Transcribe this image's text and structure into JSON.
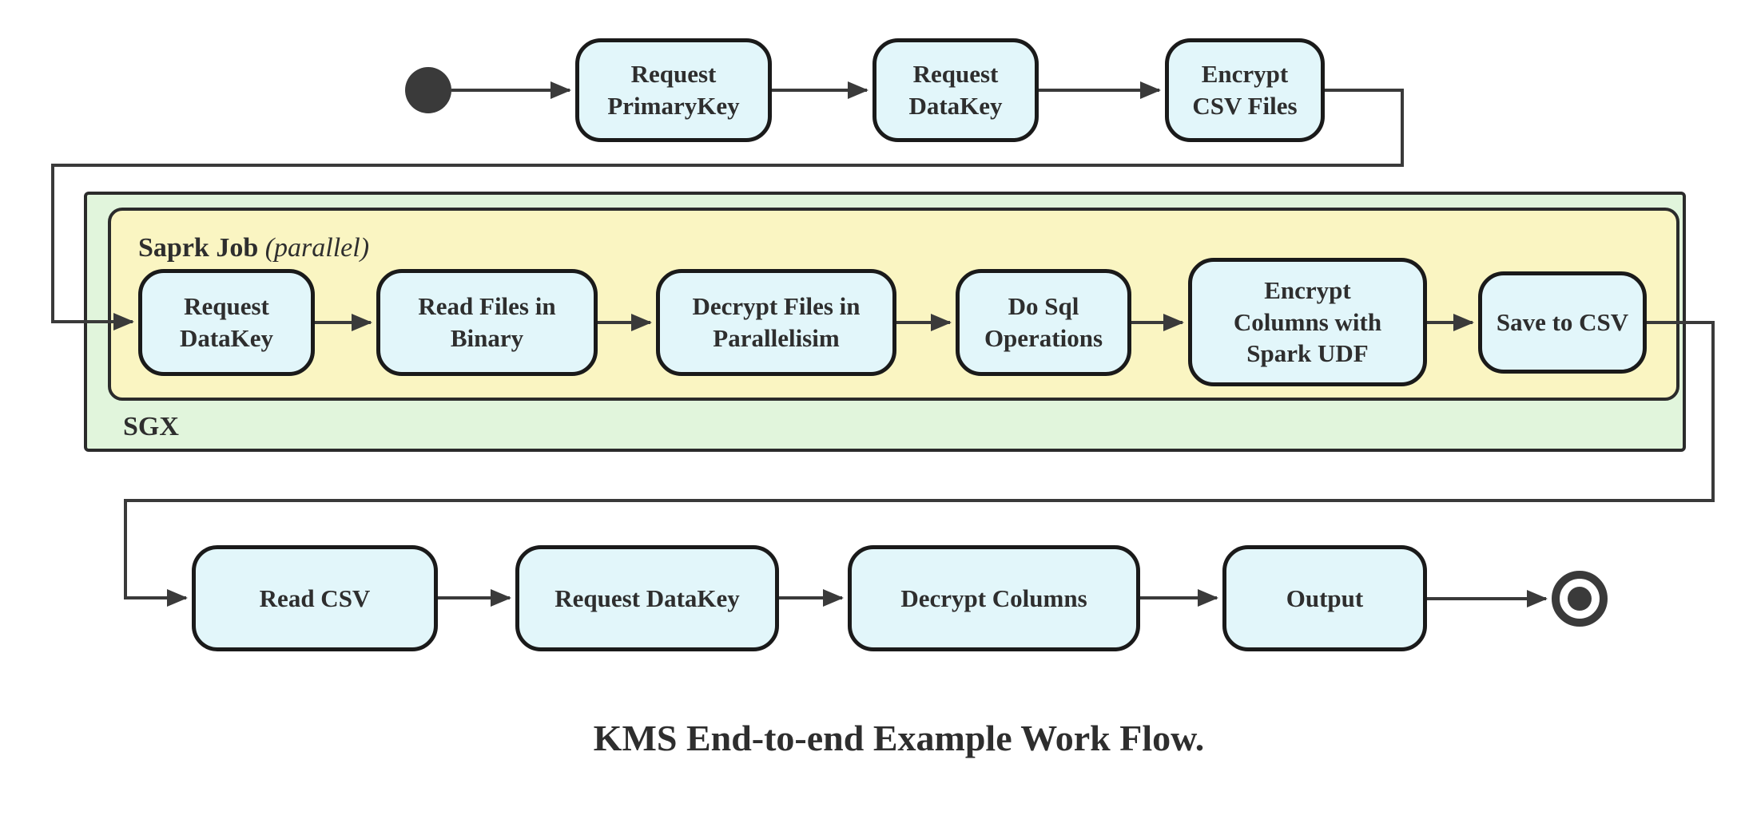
{
  "caption": "KMS End-to-end Example Work Flow.",
  "containers": {
    "spark_label": "Saprk Job",
    "spark_label_suffix": "(parallel)",
    "sgx_label": "SGX"
  },
  "rows": {
    "top": [
      {
        "label": "Request\nPrimaryKey"
      },
      {
        "label": "Request\nDataKey"
      },
      {
        "label": "Encrypt\nCSV Files"
      }
    ],
    "middle": [
      {
        "label": "Request\nDataKey"
      },
      {
        "label": "Read Files in\nBinary"
      },
      {
        "label": "Decrypt Files in\nParallelisim"
      },
      {
        "label": "Do Sql\nOperations"
      },
      {
        "label": "Encrypt\nColumns with\nSpark UDF"
      },
      {
        "label": "Save to CSV"
      }
    ],
    "bottom": [
      {
        "label": "Read CSV"
      },
      {
        "label": "Request DataKey"
      },
      {
        "label": "Decrypt Columns"
      },
      {
        "label": "Output"
      }
    ]
  },
  "colors": {
    "node_fill": "#e2f6fa",
    "node_border": "#1a1a1a",
    "spark_fill": "#faf5c2",
    "sgx_fill": "#e1f5dc",
    "container_border": "#2b2b2b",
    "edge": "#3a3a3a",
    "text": "#2e2e2e"
  }
}
